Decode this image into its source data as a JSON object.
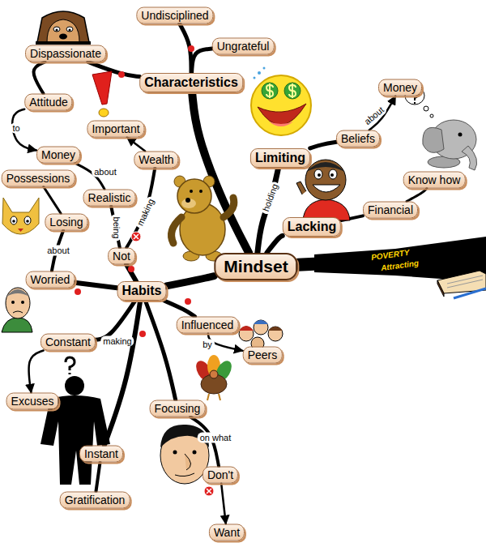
{
  "diagram": {
    "nodes": [
      {
        "text": [
          "Undisciplined"
        ]
      },
      {
        "text": [
          "Dispassionate"
        ]
      },
      {
        "text": [
          "Ungrateful"
        ]
      },
      {
        "text": [
          "Characteristics"
        ]
      },
      {
        "text": [
          "Money"
        ]
      },
      {
        "text": [
          "Attitude"
        ]
      },
      {
        "text": [
          "Important"
        ]
      },
      {
        "text": [
          "Beliefs"
        ]
      },
      {
        "text": [
          "Money"
        ]
      },
      {
        "text": [
          "Wealth"
        ]
      },
      {
        "text": [
          "Limiting"
        ]
      },
      {
        "text": [
          "Possessions"
        ]
      },
      {
        "text": [
          "Know how"
        ]
      },
      {
        "text": [
          "Realistic"
        ]
      },
      {
        "text": [
          "Financial"
        ]
      },
      {
        "text": [
          "Losing"
        ]
      },
      {
        "text": [
          "Lacking"
        ]
      },
      {
        "text": [
          "POVERTY",
          "Attracting"
        ]
      },
      {
        "text": [
          "Not"
        ]
      },
      {
        "text": [
          "Mindset"
        ]
      },
      {
        "text": [
          "Worried"
        ]
      },
      {
        "text": [
          "Habits"
        ]
      },
      {
        "text": [
          "Influenced"
        ]
      },
      {
        "text": [
          "Constant"
        ]
      },
      {
        "text": [
          "Peers"
        ]
      },
      {
        "text": [
          "Excuses"
        ]
      },
      {
        "text": [
          "Focusing"
        ]
      },
      {
        "text": [
          "Instant"
        ]
      },
      {
        "text": [
          "Don't"
        ]
      },
      {
        "text": [
          "Gratification"
        ]
      },
      {
        "text": [
          "Want"
        ]
      }
    ],
    "edges": [
      {
        "from": 17,
        "to": 19,
        "arrow": "none"
      },
      {
        "from": 19,
        "to": 3,
        "arrow": "none"
      },
      {
        "from": 3,
        "to": 0,
        "arrow": "none"
      },
      {
        "from": 3,
        "to": 2,
        "arrow": "none"
      },
      {
        "from": 3,
        "to": 1,
        "arrow": "none"
      },
      {
        "from": 1,
        "to": 5,
        "arrow": "none"
      },
      {
        "from": 5,
        "to": 8,
        "arrow": "to",
        "label": "to"
      },
      {
        "from": 19,
        "to": 10,
        "arrow": "none",
        "label": "holding"
      },
      {
        "from": 10,
        "to": 7,
        "arrow": "none"
      },
      {
        "from": 7,
        "to": 4,
        "arrow": "to",
        "label": "about"
      },
      {
        "from": 19,
        "to": 16,
        "arrow": "none"
      },
      {
        "from": 16,
        "to": 14,
        "arrow": "none"
      },
      {
        "from": 14,
        "to": 12,
        "arrow": "none"
      },
      {
        "from": 19,
        "to": 21,
        "arrow": "none"
      },
      {
        "from": 21,
        "to": 18,
        "arrow": "none"
      },
      {
        "from": 18,
        "to": 13,
        "arrow": "none",
        "label": "being"
      },
      {
        "from": 13,
        "to": 8,
        "arrow": "none",
        "label": "about"
      },
      {
        "from": 18,
        "to": 9,
        "arrow": "none",
        "label": "making"
      },
      {
        "from": 9,
        "to": 6,
        "arrow": "to"
      },
      {
        "from": 21,
        "to": 20,
        "arrow": "none"
      },
      {
        "from": 20,
        "to": 15,
        "arrow": "none",
        "label": "about"
      },
      {
        "from": 15,
        "to": 11,
        "arrow": "none"
      },
      {
        "from": 21,
        "to": 22,
        "arrow": "none"
      },
      {
        "from": 22,
        "to": 24,
        "arrow": "to",
        "label": "by"
      },
      {
        "from": 21,
        "to": 23,
        "arrow": "none",
        "label": "making"
      },
      {
        "from": 23,
        "to": 25,
        "arrow": "to"
      },
      {
        "from": 21,
        "to": 27,
        "arrow": "none"
      },
      {
        "from": 27,
        "to": 29,
        "arrow": "none"
      },
      {
        "from": 21,
        "to": 26,
        "arrow": "none"
      },
      {
        "from": 26,
        "to": 28,
        "arrow": "none",
        "label": "on what"
      },
      {
        "from": 28,
        "to": 30,
        "arrow": "to"
      }
    ]
  }
}
